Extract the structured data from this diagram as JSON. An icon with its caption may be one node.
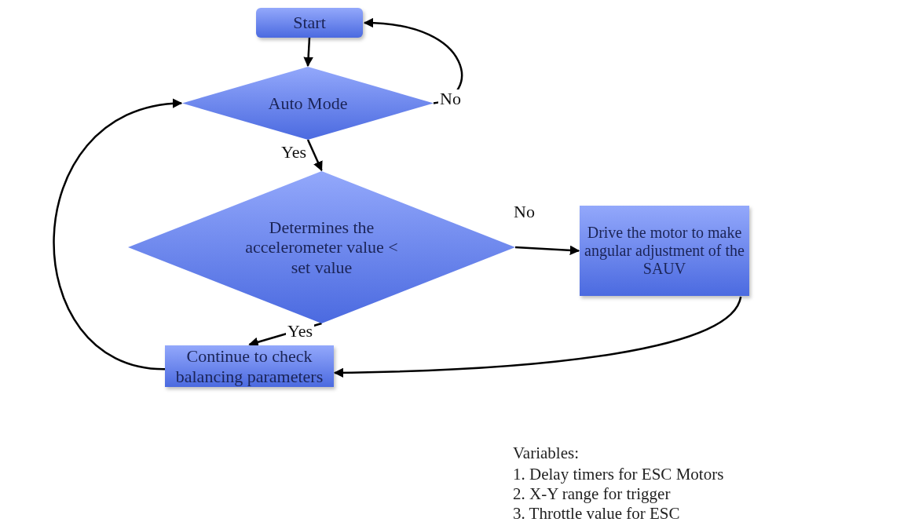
{
  "diagram": {
    "nodes": [
      {
        "text": [
          "Start"
        ]
      },
      {
        "text": [
          "Auto Mode"
        ]
      },
      {
        "text": [
          "Determines the accelerometer value < set value"
        ]
      },
      {
        "text": [
          "Drive the motor to make angular adjustment of the SAUV"
        ]
      },
      {
        "text": [
          "Continue to check balancing parameters"
        ]
      }
    ],
    "edges": [
      {
        "from": 0,
        "to": 1,
        "arrow": "to"
      },
      {
        "from": 1,
        "to": 0,
        "arrow": "to",
        "label": "No"
      },
      {
        "from": 1,
        "to": 2,
        "arrow": "to",
        "label": "Yes"
      },
      {
        "from": 2,
        "to": 3,
        "arrow": "to",
        "label": "No"
      },
      {
        "from": 2,
        "to": 4,
        "arrow": "to",
        "label": "Yes"
      },
      {
        "from": 3,
        "to": 4,
        "arrow": "to"
      },
      {
        "from": 4,
        "to": 1,
        "arrow": "to"
      }
    ],
    "labels": [
      "Variables:",
      "1. Delay timers for ESC Motors",
      "2. X-Y range for trigger",
      "3. Throttle value for ESC"
    ]
  }
}
